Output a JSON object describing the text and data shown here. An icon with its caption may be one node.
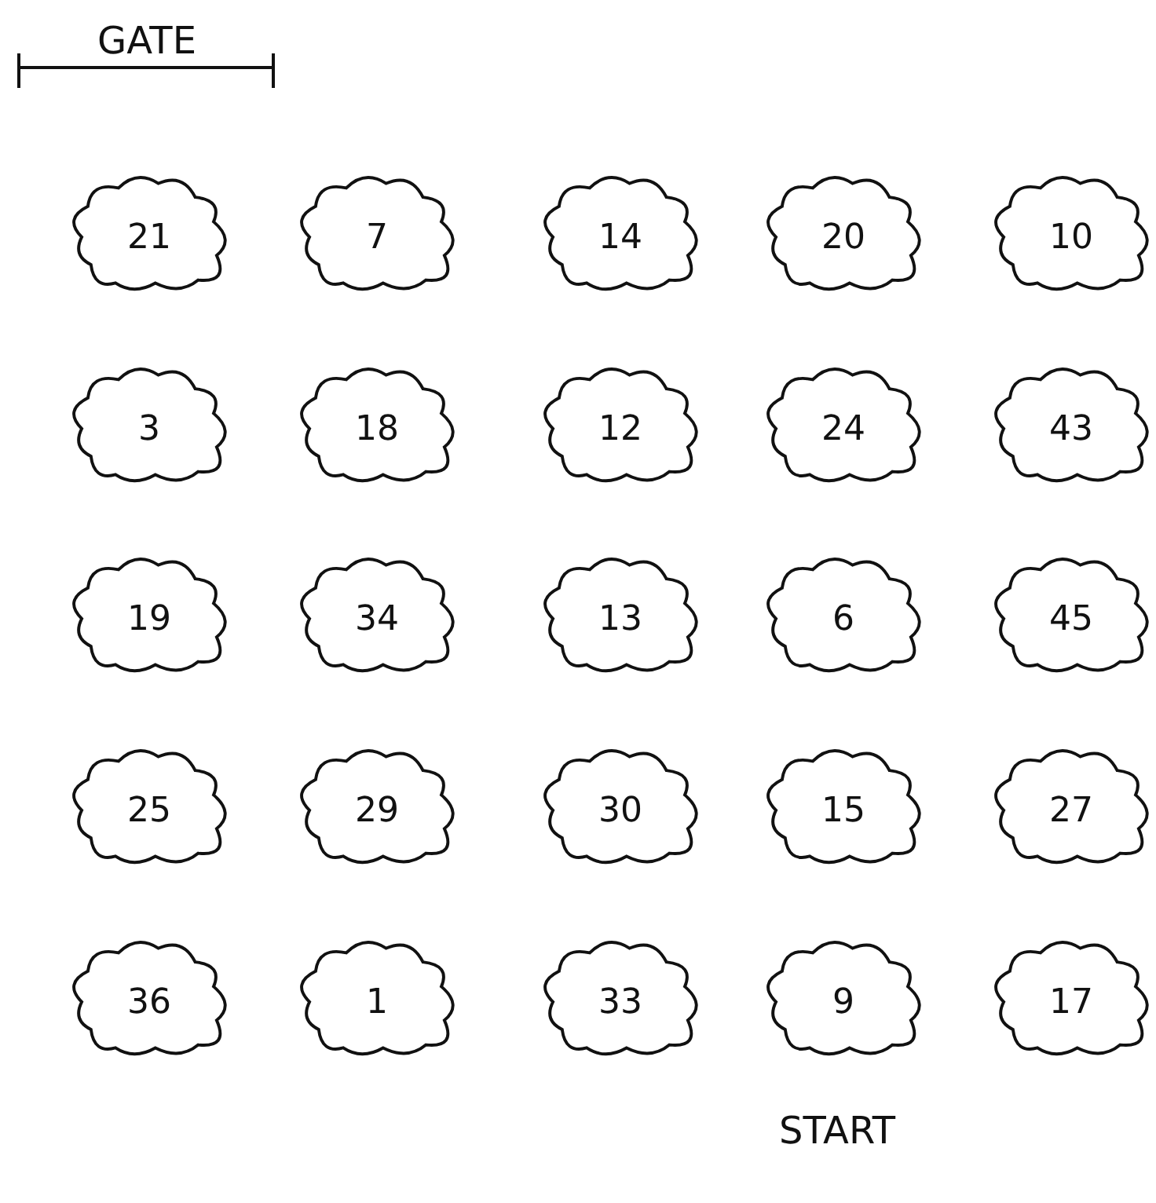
{
  "diagram": {
    "nodes": [
      {
        "text": [
          "21"
        ]
      },
      {
        "text": [
          "7"
        ]
      },
      {
        "text": [
          "14"
        ]
      },
      {
        "text": [
          "20"
        ]
      },
      {
        "text": [
          "10"
        ]
      },
      {
        "text": [
          "3"
        ]
      },
      {
        "text": [
          "18"
        ]
      },
      {
        "text": [
          "12"
        ]
      },
      {
        "text": [
          "24"
        ]
      },
      {
        "text": [
          "43"
        ]
      },
      {
        "text": [
          "19"
        ]
      },
      {
        "text": [
          "34"
        ]
      },
      {
        "text": [
          "13"
        ]
      },
      {
        "text": [
          "6"
        ]
      },
      {
        "text": [
          "45"
        ]
      },
      {
        "text": [
          "25"
        ]
      },
      {
        "text": [
          "29"
        ]
      },
      {
        "text": [
          "30"
        ]
      },
      {
        "text": [
          "15"
        ]
      },
      {
        "text": [
          "27"
        ]
      },
      {
        "text": [
          "36"
        ]
      },
      {
        "text": [
          "1"
        ]
      },
      {
        "text": [
          "33"
        ]
      },
      {
        "text": [
          "9"
        ]
      },
      {
        "text": [
          "17"
        ]
      }
    ],
    "edges": [],
    "labels": [
      "GATE",
      "START"
    ]
  }
}
